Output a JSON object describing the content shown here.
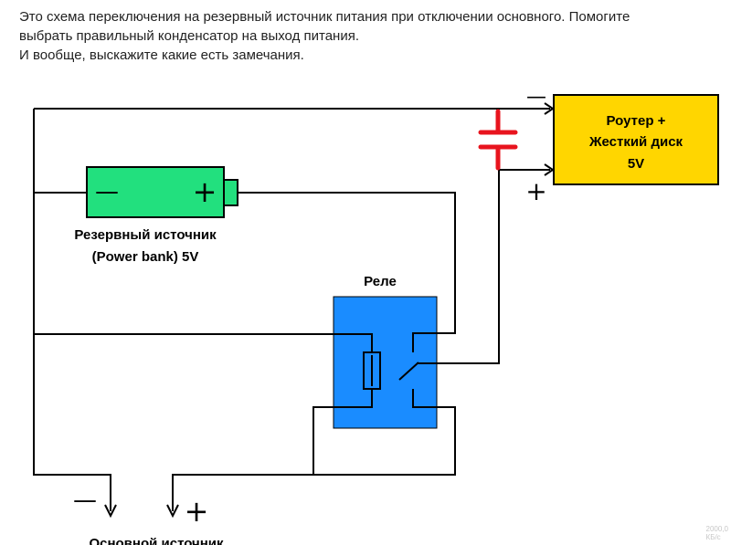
{
  "post": {
    "line1": "Это схема переключения на резервный источник питания при отключении основного. Помогите",
    "line2": "выбрать правильный конденсатор на выход питания.",
    "line3": "И вообще, выскажите какие есть замечания."
  },
  "diagram": {
    "power_bank": {
      "minus": "—",
      "plus": "+",
      "label_line1": "Резервный источник",
      "label_line2": "(Power bank) 5V",
      "color": "#22e07e"
    },
    "router": {
      "line1": "Роутер +",
      "line2": "Жесткий диск",
      "line3": "5V",
      "color": "#ffd600",
      "minus": "—",
      "plus": "+"
    },
    "relay": {
      "label": "Реле",
      "color": "#1a8cff"
    },
    "capacitor": {
      "color": "#e8141e"
    },
    "main_source": {
      "minus": "—",
      "plus": "+",
      "label": "Основной источник"
    }
  },
  "footer": {
    "speed_value": "2000,0",
    "speed_unit": "КБ/с"
  }
}
